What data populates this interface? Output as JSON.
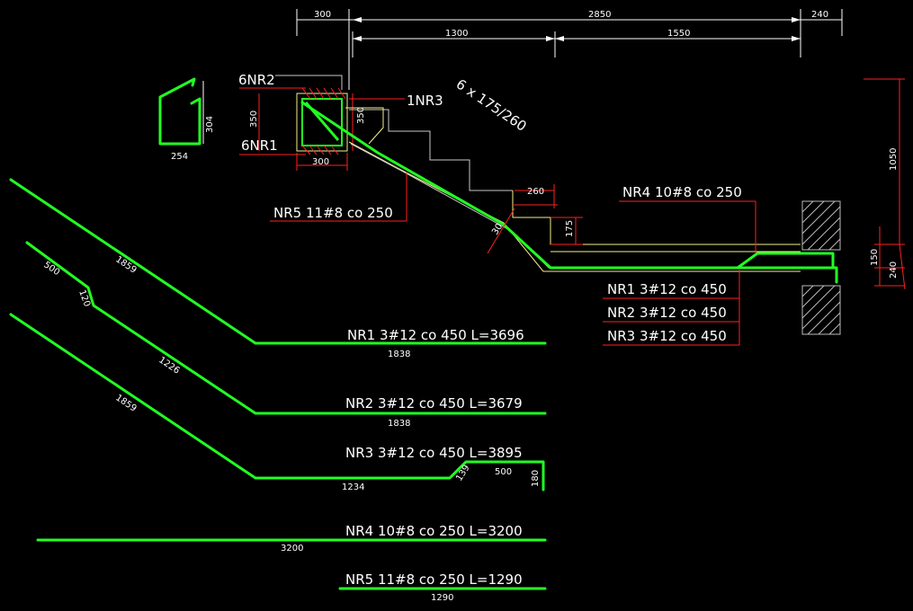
{
  "dims": {
    "top_300": "300",
    "top_2850": "2850",
    "top_240": "240",
    "mid_1300": "1300",
    "mid_1550": "1550",
    "right_1050": "1050",
    "right_150": "150",
    "right_240": "240",
    "sec_350_left": "350",
    "sec_350_right": "350",
    "sec_300": "300",
    "stirrup_304": "304",
    "stirrup_254": "254",
    "step_260": "260",
    "step_175": "175",
    "slab_30": "30"
  },
  "labels": {
    "nr2_section": "6NR2",
    "nr1_section": "6NR1",
    "nr3_section": "1NR3",
    "steps": "6 x 175/260",
    "nr5_callout": "NR5 11#8 co 250",
    "nr4_callout": "NR4 10#8 co 250",
    "nr1_callout": "NR1 3#12 co 450",
    "nr2_callout": "NR2 3#12 co 450",
    "nr3_callout": "NR3 3#12 co 450"
  },
  "bars": {
    "nr1": {
      "label": "NR1 3#12 co 450 L=3696",
      "seg_slope": "1859",
      "seg_flat": "1838"
    },
    "nr2": {
      "label": "NR2 3#12 co 450 L=3679",
      "seg_top": "500",
      "seg_kink": "120",
      "seg_slope": "1226",
      "seg_flat": "1838"
    },
    "nr3": {
      "label": "NR3 3#12 co 450 L=3895",
      "seg_slope": "1859",
      "seg_flat": "1234",
      "seg_rise": "139",
      "seg_top": "500",
      "seg_hook": "180"
    },
    "nr4": {
      "label": "NR4 10#8 co 250 L=3200",
      "seg_flat": "3200"
    },
    "nr5": {
      "label": "NR5 11#8 co 250 L=1290",
      "seg_flat": "1290"
    }
  }
}
